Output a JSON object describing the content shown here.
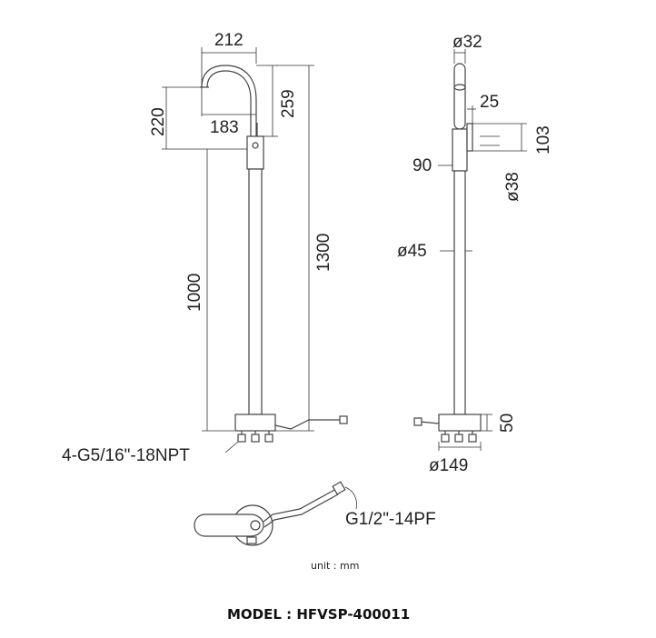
{
  "drawing": {
    "front": {
      "width_top": "212",
      "spout_height": "220",
      "spout_reach": "183",
      "spout_total": "259",
      "column_height": "1000",
      "total_height": "1300",
      "supply_thread": "4-G5/16\"-18NPT"
    },
    "side": {
      "spout_diameter": "ø32",
      "handle_len": "25",
      "handle_height": "103",
      "body_offset": "90",
      "body_diameter": "ø38",
      "column_diameter": "ø45",
      "base_height": "50",
      "base_diameter": "ø149"
    },
    "plan": {
      "hose_thread": "G1/2\"-14PF"
    },
    "unit_label": "unit : mm",
    "model_label": "MODEL : HFVSP-400011"
  }
}
